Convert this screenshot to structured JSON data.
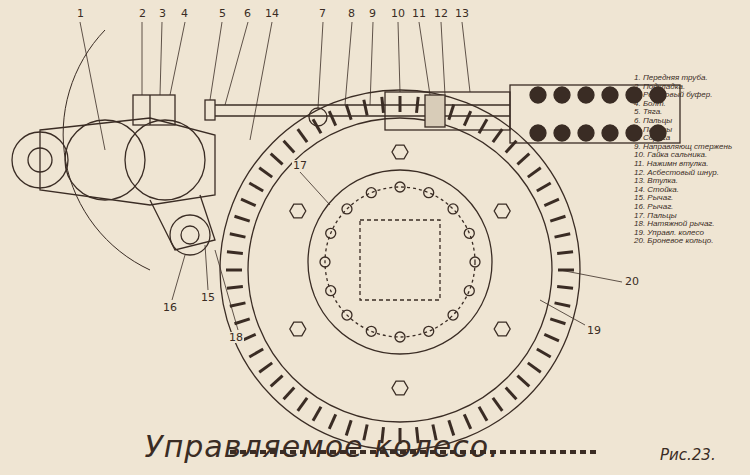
{
  "diagram": {
    "caption": "Управляемое колесо.",
    "labels": [
      "1",
      "2",
      "3",
      "4",
      "5",
      "6",
      "14",
      "7",
      "8",
      "9",
      "10",
      "11",
      "12",
      "13",
      "1. Передняя труба.",
      "2. Подкладка.",
      "3. Резиновый буфер.",
      "4. Болт.",
      "5. Тяга.",
      "6. Пальцы",
      "7. Пальцы",
      "8. Серьга",
      "9. Направляющ стержень",
      "10. Гайка сальника.",
      "11. Нажимн втулка.",
      "12. Асбестовый шнур.",
      "13. Втулка.",
      "14. Стойка.",
      "15. Рычаг.",
      "16. Рычаг.",
      "17. Пальцы",
      "18. Натяжной рычаг.",
      "19. Управл. колесо",
      "20. Броневое кольцо.",
      "17",
      "16",
      "15",
      "18",
      "20",
      "19",
      "Рис.23."
    ]
  }
}
